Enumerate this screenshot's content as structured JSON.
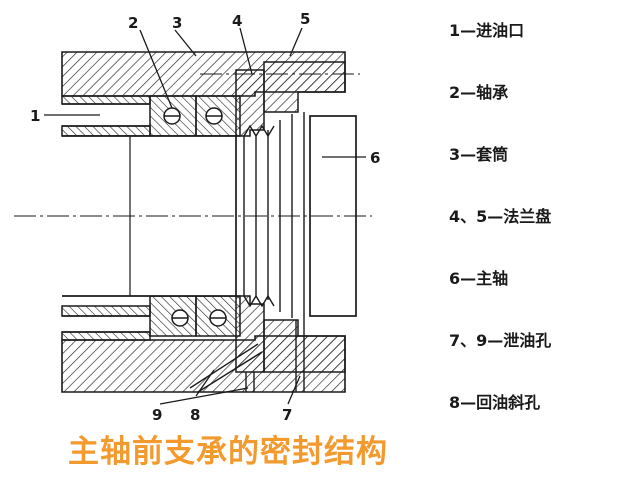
{
  "callouts": [
    "1",
    "2",
    "3",
    "4",
    "5",
    "6",
    "7",
    "8",
    "9"
  ],
  "legend": [
    {
      "text": "1—进油口"
    },
    {
      "text": "2—轴承"
    },
    {
      "text": "3—套筒"
    },
    {
      "text": "4、5—法兰盘"
    },
    {
      "text": "6—主轴"
    },
    {
      "text": "7、9—泄油孔"
    },
    {
      "text": "8—回油斜孔"
    }
  ],
  "caption": "主轴前支承的密封结构",
  "colors": {
    "caption": "#f29a2e",
    "line": "#1a1a1a"
  }
}
